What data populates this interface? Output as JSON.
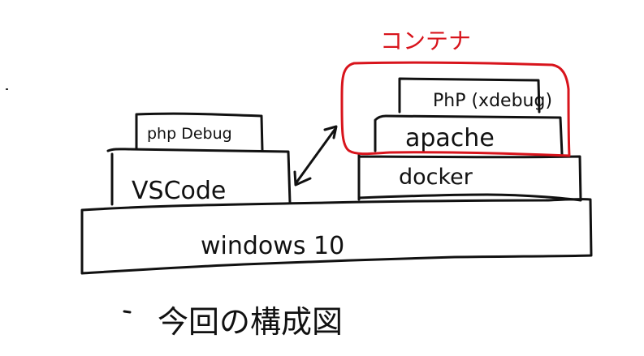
{
  "diagram": {
    "caption": "今回の構成図",
    "container_label": "コンテナ",
    "colors": {
      "ink": "#111111",
      "container": "#d8141c",
      "background": "#ffffff"
    },
    "layers": {
      "os": {
        "label": "windows 10"
      },
      "host_app": {
        "label": "VSCode"
      },
      "host_plugin": {
        "label": "php Debug"
      },
      "runtime": {
        "label": "docker"
      },
      "web_server": {
        "label": "apache"
      },
      "language": {
        "label": "PhP (xdebug)"
      }
    },
    "connections": [
      {
        "from": "VSCode",
        "to": "コンテナ",
        "type": "bidirectional-arrow"
      }
    ]
  }
}
